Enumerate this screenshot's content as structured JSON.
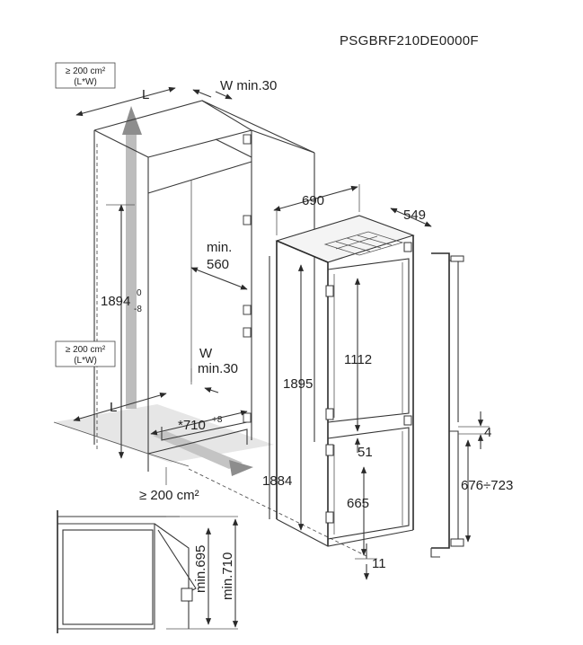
{
  "model_code": "PSGBRF210DE0000F",
  "vent_top": {
    "line1": "≥ 200 cm²",
    "line2": "(L*W)"
  },
  "vent_mid": {
    "line1": "≥ 200 cm²",
    "line2": "(L*W)"
  },
  "vent_bottom": "≥ 200 cm²",
  "niche": {
    "L_top": "L",
    "W_top": "W min.30",
    "depth_min_label": "min.",
    "depth_min_value": "560",
    "height_value": "1894",
    "height_tol_upper": "0",
    "height_tol_lower": "-8",
    "W_mid": "W",
    "W_mid_value": "min.30",
    "L_bottom": "L",
    "width_value": "*710",
    "width_tol": "+8"
  },
  "appliance": {
    "width": "690",
    "depth": "549",
    "height_total": "1895",
    "height_body": "1884",
    "upper_door": "1112",
    "gap": "51",
    "lower_door": "665",
    "foot": "11"
  },
  "door_panel": {
    "gap": "4",
    "range": "676÷723"
  },
  "detail": {
    "min_a": "min.695",
    "min_b": "min.710"
  }
}
